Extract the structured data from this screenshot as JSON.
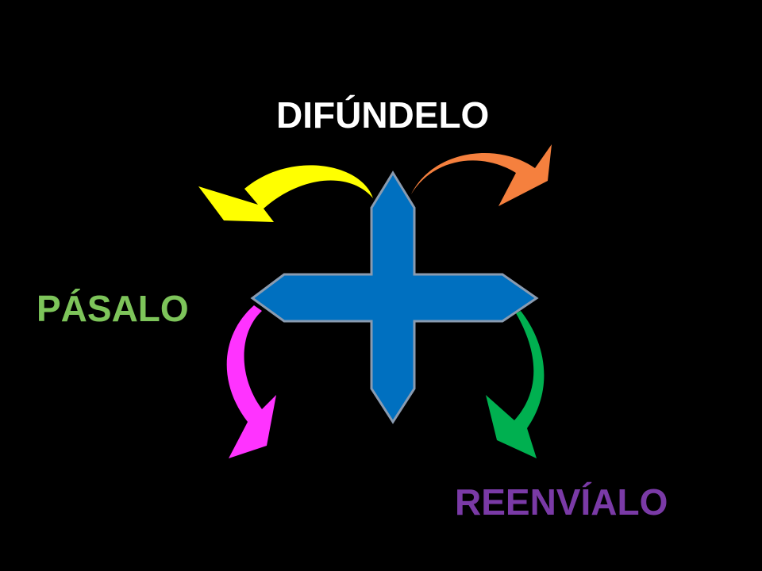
{
  "labels": {
    "top": "DIFÚNDELO",
    "left": "PÁSALO",
    "bottom": "REENVÍALO"
  },
  "colors": {
    "background": "#000000",
    "cross_fill": "#0070c0",
    "cross_stroke": "#8a9bb0",
    "arrow_top_left": "#ffff00",
    "arrow_top_right": "#f5803e",
    "arrow_bottom_left": "#ff33ff",
    "arrow_bottom_right": "#00b050",
    "label_top": "#ffffff",
    "label_left": "#7dc45a",
    "label_bottom": "#7a3aa6"
  },
  "icons": {
    "center": "four-way-arrow-cross",
    "arrows": [
      "curved-arrow-up-left",
      "curved-arrow-up-right",
      "curved-arrow-down-left",
      "curved-arrow-down-right"
    ]
  }
}
